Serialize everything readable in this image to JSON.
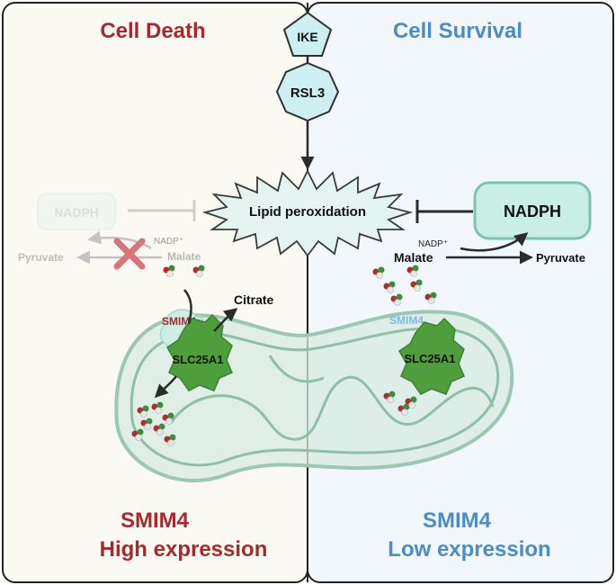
{
  "panels": {
    "left": {
      "title": "Cell Death",
      "caption_line1": "SMIM4",
      "caption_line2": "High expression"
    },
    "right": {
      "title": "Cell Survival",
      "caption_line1": "SMIM4",
      "caption_line2": "Low expression"
    }
  },
  "drugs": {
    "ike": "IKE",
    "rsl3": "RSL3"
  },
  "center": {
    "lipid_peroxidation": "Lipid peroxidation"
  },
  "left_pathway": {
    "nadph": "NADPH",
    "nadp": "NADP⁺",
    "malate": "Malate",
    "pyruvate": "Pyruvate",
    "citrate": "Citrate",
    "smim4": "SMIM4",
    "slc25a1": "SLC25A1"
  },
  "right_pathway": {
    "nadph": "NADPH",
    "nadp": "NADP⁺",
    "malate": "Malate",
    "pyruvate": "Pyruvate",
    "smim4": "SMIM4",
    "slc25a1": "SLC25A1"
  },
  "colors": {
    "death_red": "#A8282E",
    "survival_blue": "#4A8CCB",
    "left_bg": "#FAF9F2",
    "right_bg": "#F2F7FC",
    "mito_fill": "#D5EBE1",
    "mito_stroke": "#9CC7B2",
    "transporter_green": "#4E9E3C",
    "nadph_fill": "#C9EEE3",
    "nadph_stroke": "#7CC4B0",
    "inhibit_cross": "#D9747A"
  }
}
